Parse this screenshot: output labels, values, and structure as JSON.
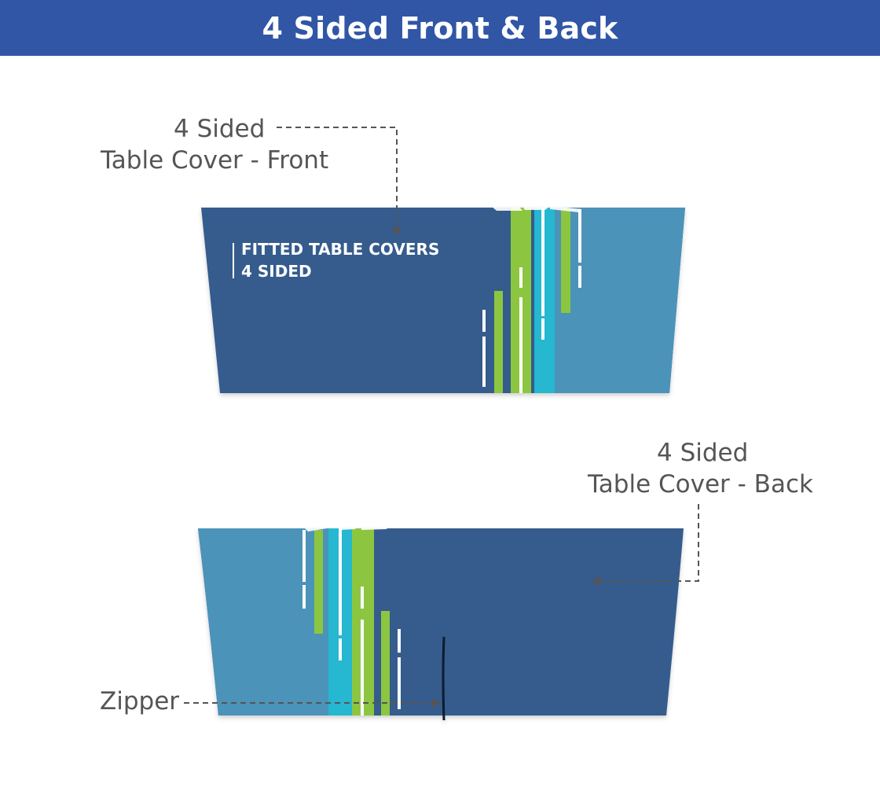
{
  "header": {
    "title": "4 Sided Front & Back"
  },
  "front": {
    "label_line1": "4 Sided",
    "label_line2": "Table Cover - Front",
    "brand_line1": "FITTED TABLE COVERS",
    "brand_line2": "4 SIDED"
  },
  "back": {
    "label_line1": "4 Sided",
    "label_line2": "Table Cover - Back"
  },
  "zipper": {
    "label": "Zipper"
  },
  "colors": {
    "header_bg": "#3056a5",
    "cover_navy": "#365b8d",
    "cover_light_blue": "#4b93b9",
    "stripe_green": "#8cc63f",
    "stripe_cyan": "#27b7d1",
    "label_text": "#555555"
  }
}
